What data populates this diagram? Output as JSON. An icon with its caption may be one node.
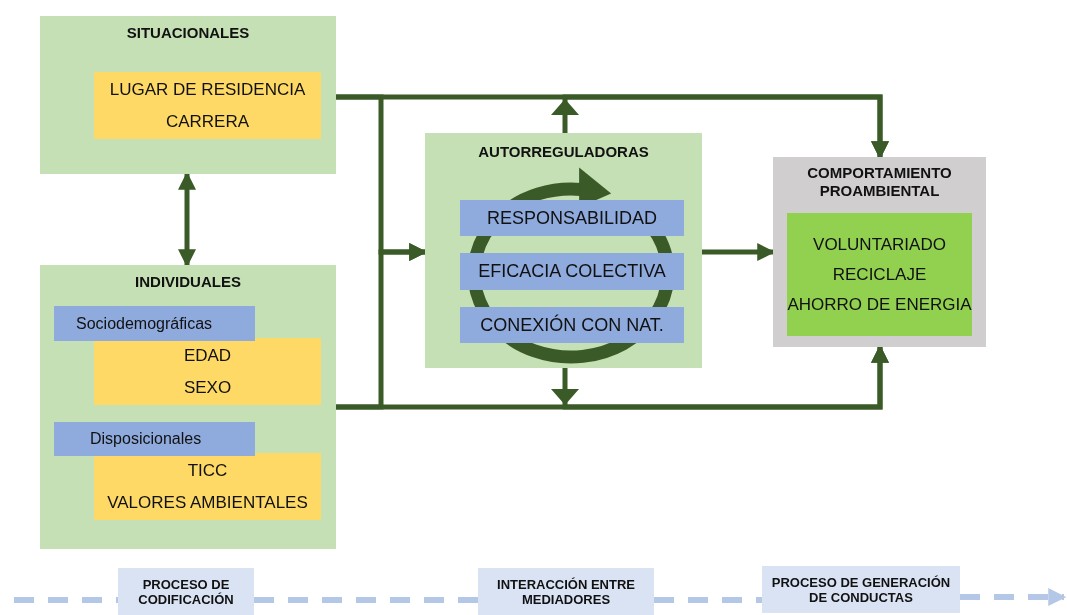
{
  "diagram": {
    "nodes": [
      {
        "text": [
          "SITUACIONALES"
        ]
      },
      {
        "text": [
          "LUGAR DE RESIDENCIA",
          "CARRERA"
        ],
        "in": 0
      },
      {
        "text": [
          "INDIVIDUALES"
        ]
      },
      {
        "text": [
          "Sociodemográficas"
        ],
        "in": 2
      },
      {
        "text": [
          "EDAD",
          "SEXO"
        ],
        "in": 2
      },
      {
        "text": [
          "Disposicionales"
        ],
        "in": 2
      },
      {
        "text": [
          "TICC",
          "VALORES AMBIENTALES"
        ],
        "in": 2
      },
      {
        "text": [
          "AUTORREGULADORAS"
        ]
      },
      {
        "text": [
          "RESPONSABILIDAD"
        ],
        "in": 7
      },
      {
        "text": [
          "EFICACIA COLECTIVA"
        ],
        "in": 7
      },
      {
        "text": [
          "CONEXIÓN CON NAT."
        ],
        "in": 7
      },
      {
        "text": [
          "COMPORTAMIENTO PROAMBIENTAL"
        ]
      },
      {
        "text": [
          "VOLUNTARIADO",
          "RECICLAJE",
          "AHORRO DE ENERGIA"
        ],
        "in": 11
      },
      {
        "text": [
          "PROCESO DE CODIFICACIÓN"
        ]
      },
      {
        "text": [
          "INTERACCIÓN ENTRE MEDIADORES"
        ]
      },
      {
        "text": [
          "PROCESO DE GENERACIÓN DE CONDUCTAS"
        ]
      }
    ],
    "edges": [
      {
        "from": 0,
        "to": 2,
        "arrow": "both"
      },
      {
        "from": 0,
        "to": 11,
        "arrow": "to"
      },
      {
        "from": 2,
        "to": 11,
        "arrow": "to"
      },
      {
        "from": 0,
        "to": 7,
        "arrow": "to"
      },
      {
        "from": 2,
        "to": 7,
        "arrow": "to"
      },
      {
        "from": 7,
        "to": 11,
        "arrow": "to"
      },
      {
        "from": 7,
        "to": 11,
        "arrow": "to"
      },
      {
        "from": 7,
        "to": 11,
        "arrow": "to"
      },
      {
        "from": null,
        "to": 13,
        "arrow": "none",
        "style": "dashed",
        "color": "#b4c7e7"
      },
      {
        "from": 13,
        "to": 14,
        "arrow": "none",
        "style": "dashed",
        "color": "#b4c7e7"
      },
      {
        "from": 14,
        "to": 15,
        "arrow": "none",
        "style": "dashed",
        "color": "#b4c7e7"
      },
      {
        "from": 15,
        "to": null,
        "arrow": "to",
        "style": "dashed",
        "color": "#b4c7e7"
      }
    ]
  }
}
